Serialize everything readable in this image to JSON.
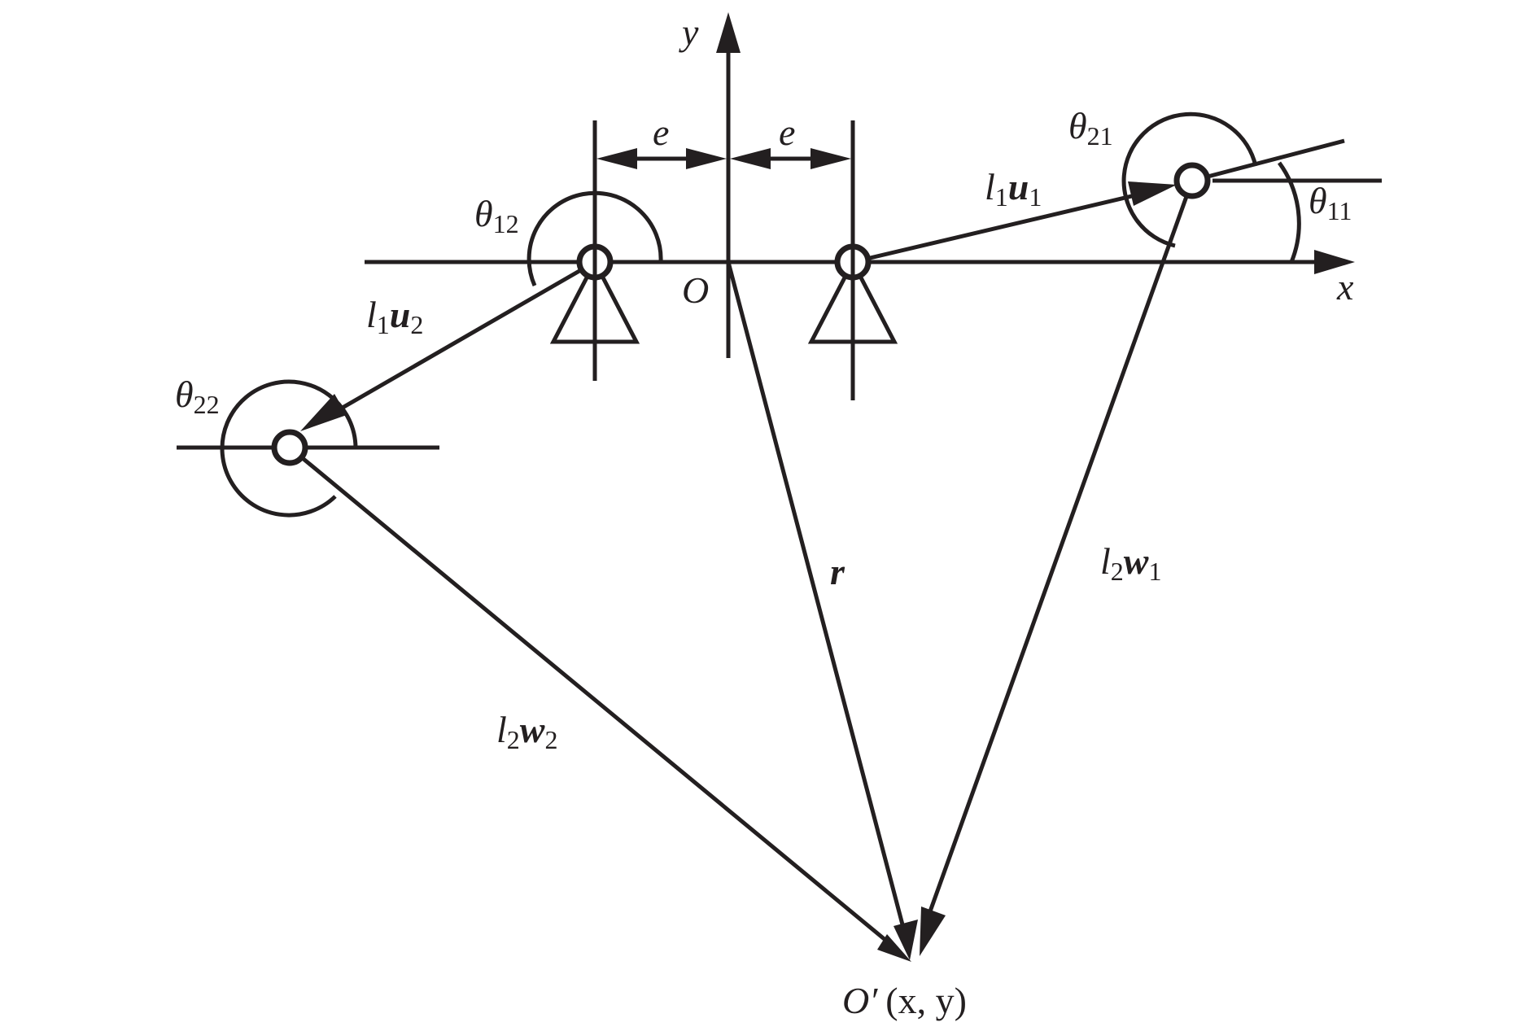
{
  "labels": {
    "x_axis": "x",
    "y_axis": "y",
    "origin": "O",
    "e_left": "e",
    "e_right": "e",
    "theta_11": {
      "sym": "θ",
      "sub": "11"
    },
    "theta_12": {
      "sym": "θ",
      "sub": "12"
    },
    "theta_21": {
      "sym": "θ",
      "sub": "21"
    },
    "theta_22": {
      "sym": "θ",
      "sub": "22"
    },
    "l1u1": {
      "l": "l",
      "lsub": "1",
      "v": "u",
      "vsub": "1"
    },
    "l1u2": {
      "l": "l",
      "lsub": "1",
      "v": "u",
      "vsub": "2"
    },
    "l2w1": {
      "l": "l",
      "lsub": "2",
      "v": "w",
      "vsub": "1"
    },
    "l2w2": {
      "l": "l",
      "lsub": "2",
      "v": "w",
      "vsub": "2"
    },
    "r": "r",
    "end_point": {
      "name": "O′",
      "coords": "(x, y)"
    }
  },
  "colors": {
    "stroke": "#231f20",
    "background": "#ffffff"
  }
}
